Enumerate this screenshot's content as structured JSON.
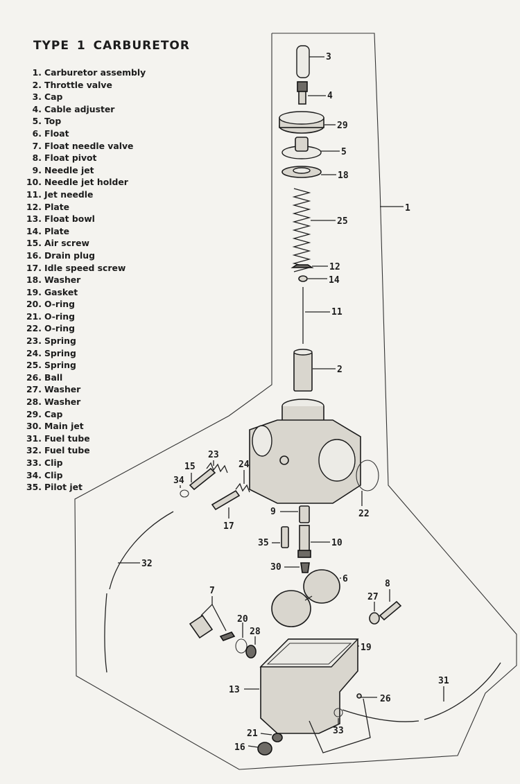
{
  "title": "TYPE 1 CARBURETOR",
  "parts": [
    {
      "num": "1.",
      "name": "Carburetor assembly"
    },
    {
      "num": "2.",
      "name": "Throttle valve"
    },
    {
      "num": "3.",
      "name": "Cap"
    },
    {
      "num": "4.",
      "name": "Cable adjuster"
    },
    {
      "num": "5.",
      "name": "Top"
    },
    {
      "num": "6.",
      "name": "Float"
    },
    {
      "num": "7.",
      "name": "Float needle valve"
    },
    {
      "num": "8.",
      "name": "Float pivot"
    },
    {
      "num": "9.",
      "name": "Needle jet"
    },
    {
      "num": "10.",
      "name": "Needle jet holder"
    },
    {
      "num": "11.",
      "name": "Jet needle"
    },
    {
      "num": "12.",
      "name": "Plate"
    },
    {
      "num": "13.",
      "name": "Float bowl"
    },
    {
      "num": "14.",
      "name": "Plate"
    },
    {
      "num": "15.",
      "name": "Air screw"
    },
    {
      "num": "16.",
      "name": "Drain plug"
    },
    {
      "num": "17.",
      "name": "Idle speed screw"
    },
    {
      "num": "18.",
      "name": "Washer"
    },
    {
      "num": "19.",
      "name": "Gasket"
    },
    {
      "num": "20.",
      "name": "O-ring"
    },
    {
      "num": "21.",
      "name": "O-ring"
    },
    {
      "num": "22.",
      "name": "O-ring"
    },
    {
      "num": "23.",
      "name": "Spring"
    },
    {
      "num": "24.",
      "name": "Spring"
    },
    {
      "num": "25.",
      "name": "Spring"
    },
    {
      "num": "26.",
      "name": "Ball"
    },
    {
      "num": "27.",
      "name": "Washer"
    },
    {
      "num": "28.",
      "name": "Washer"
    },
    {
      "num": "29.",
      "name": "Cap"
    },
    {
      "num": "30.",
      "name": "Main jet"
    },
    {
      "num": "31.",
      "name": "Fuel tube"
    },
    {
      "num": "32.",
      "name": "Fuel tube"
    },
    {
      "num": "33.",
      "name": "Clip"
    },
    {
      "num": "34.",
      "name": "Clip"
    },
    {
      "num": "35.",
      "name": "Pilot jet"
    }
  ],
  "callouts": {
    "c1": "1",
    "c2": "2",
    "c3": "3",
    "c4": "4",
    "c5": "5",
    "c6": "6",
    "c7": "7",
    "c8": "8",
    "c9": "9",
    "c10": "10",
    "c11": "11",
    "c12": "12",
    "c13": "13",
    "c14": "14",
    "c15": "15",
    "c16": "16",
    "c17": "17",
    "c18": "18",
    "c19": "19",
    "c20": "20",
    "c21": "21",
    "c22": "22",
    "c23": "23",
    "c24": "24",
    "c25": "25",
    "c26": "26",
    "c27": "27",
    "c28": "28",
    "c29": "29",
    "c30": "30",
    "c31": "31",
    "c32": "32",
    "c33": "33",
    "c34": "34",
    "c35": "35"
  }
}
